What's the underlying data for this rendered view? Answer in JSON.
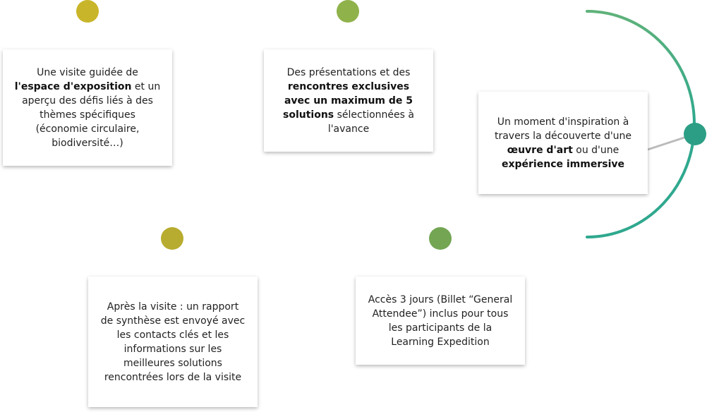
{
  "colors": {
    "track_start": "#e8c21a",
    "track_mid": "#a6c43a",
    "track_end": "#2fa88e",
    "node_1": "#c9b52a",
    "node_2": "#8fb24a",
    "node_3": "#2c9e85",
    "node_4": "#b8ac30",
    "node_5": "#73a553"
  },
  "cards": [
    {
      "id": "card-1",
      "segments": [
        {
          "text": "Une visite guidée de ",
          "bold": false
        },
        {
          "text": "l'espace d'exposition",
          "bold": true
        },
        {
          "text": " et un aperçu des défis liés à des thèmes spécifiques (économie circulaire, biodiversité…)",
          "bold": false
        }
      ]
    },
    {
      "id": "card-2",
      "segments": [
        {
          "text": "Des présentations et des ",
          "bold": false
        },
        {
          "text": "rencontres exclusives avec un maximum de 5 solutions",
          "bold": true
        },
        {
          "text": " sélectionnées à l'avance",
          "bold": false
        }
      ]
    },
    {
      "id": "card-3",
      "segments": [
        {
          "text": "Un moment d'inspiration à travers la découverte d'une ",
          "bold": false
        },
        {
          "text": "œuvre d'art",
          "bold": true
        },
        {
          "text": " ou d'une ",
          "bold": false
        },
        {
          "text": "expérience immersive",
          "bold": true
        }
      ]
    },
    {
      "id": "card-4",
      "segments": [
        {
          "text": "Après la visite : un rapport de synthèse est envoyé avec les contacts clés et les informations sur les meilleures solutions rencontrées lors de la visite",
          "bold": false
        }
      ]
    },
    {
      "id": "card-5",
      "segments": [
        {
          "text": "Accès 3 jours (Billet “General Attendee”) inclus pour tous les participants de la Learning Expedition",
          "bold": false
        }
      ]
    }
  ]
}
